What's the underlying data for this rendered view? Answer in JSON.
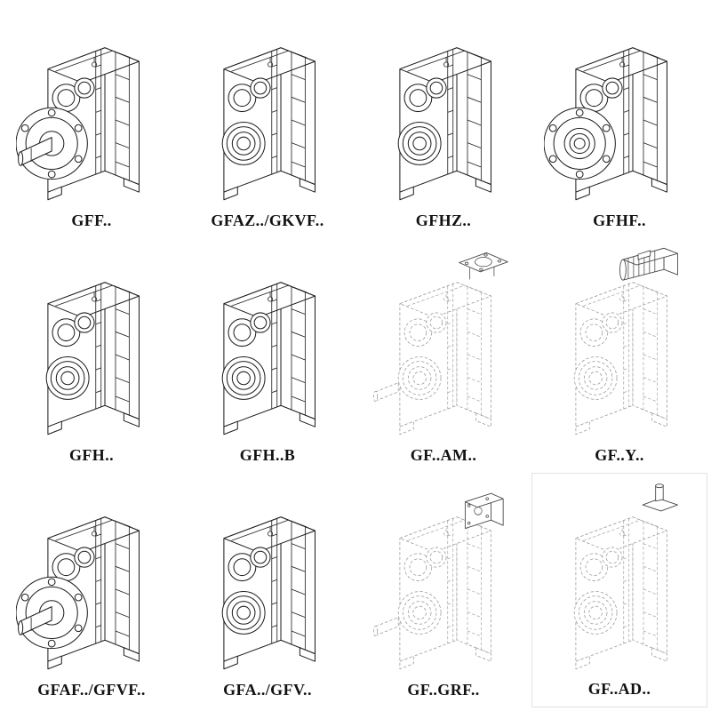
{
  "colors": {
    "line": "#1f1f1f",
    "ghost_line": "#9a9a9a",
    "attachment_line": "#4a4a4a",
    "label_text": "#121212",
    "background": "#ffffff"
  },
  "cells": [
    {
      "label": "GFF..",
      "drawing": "flange-shaft",
      "icon": "gearbox-flange-output-shaft-drawing"
    },
    {
      "label": "GFAZ../GKVF..",
      "drawing": "hollow-bore",
      "icon": "gearbox-hollow-shaft-drawing"
    },
    {
      "label": "GFHZ..",
      "drawing": "hollow-bore",
      "icon": "gearbox-hollow-shaft-drawing"
    },
    {
      "label": "GFHF..",
      "drawing": "flange-hollow",
      "icon": "gearbox-flange-hollow-shaft-drawing"
    },
    {
      "label": "GFH..",
      "drawing": "hollow-bore",
      "icon": "gearbox-hollow-shaft-drawing"
    },
    {
      "label": "GFH..B",
      "drawing": "hollow-bore",
      "icon": "gearbox-hollow-shaft-foot-drawing"
    },
    {
      "label": "GF..AM..",
      "drawing": "ghost-shaft-flange",
      "icon": "gearbox-iec-motor-adapter-drawing"
    },
    {
      "label": "GF..Y..",
      "drawing": "ghost-motor",
      "icon": "gearmotor-with-motor-drawing"
    },
    {
      "label": "GFAF../GFVF..",
      "drawing": "flange-shaft",
      "icon": "gearbox-flange-output-shaft-drawing"
    },
    {
      "label": "GFA../GFV..",
      "drawing": "hollow-bore",
      "icon": "gearbox-hollow-shaft-drawing"
    },
    {
      "label": "GF..GRF..",
      "drawing": "ghost-adapter",
      "icon": "gearbox-cover-adapter-drawing"
    },
    {
      "label": "GF..AD..",
      "drawing": "ghost-input",
      "icon": "gearbox-input-shaft-adapter-drawing"
    }
  ]
}
